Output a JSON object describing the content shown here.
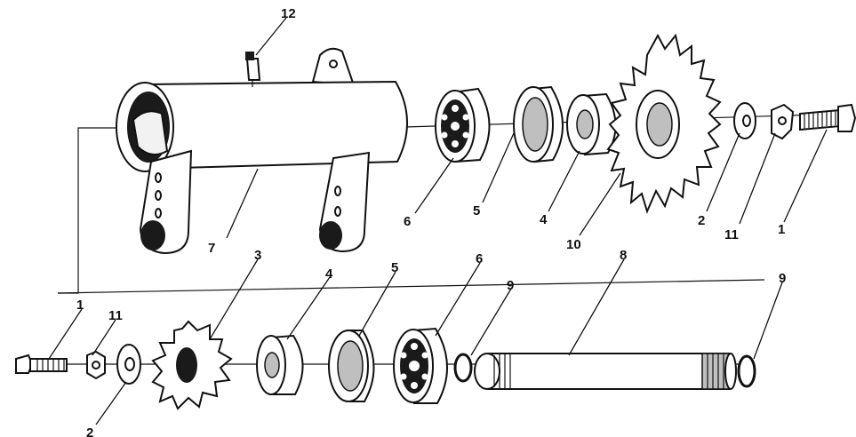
{
  "callouts": {
    "c1_top": "1",
    "c2_top": "2",
    "c4_top": "4",
    "c5_top": "5",
    "c6_top": "6",
    "c7": "7",
    "c10": "10",
    "c11_top": "11",
    "c12": "12",
    "c1_bottom": "1",
    "c11_bottom": "11",
    "c2_bottom": "2",
    "c3": "3",
    "c4_bottom": "4",
    "c5_bottom": "5",
    "c6_bottom": "6",
    "c9_left": "9",
    "c8": "8",
    "c9_right": "9"
  }
}
